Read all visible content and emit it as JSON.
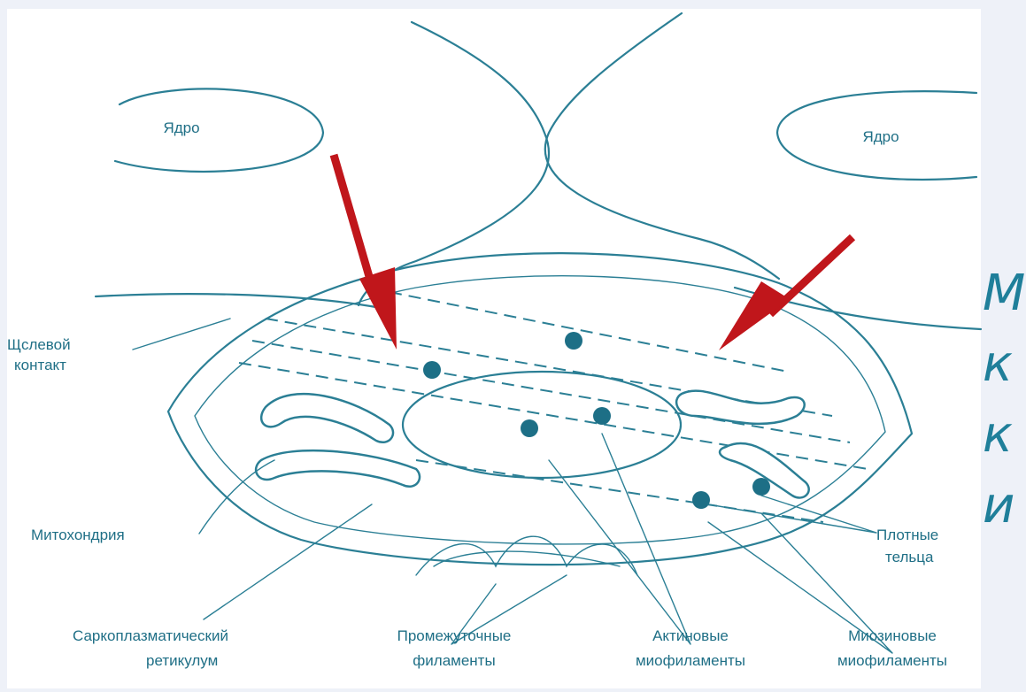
{
  "labels": {
    "nucleus_left": "Ядро",
    "nucleus_right": "Ядро",
    "gap_junction": [
      "Щслевой",
      "контакт"
    ],
    "mitochondria": "Митохондрия",
    "sarcoplasmic_reticulum": [
      "Саркоплазматический",
      "ретикулум"
    ],
    "intermediate_filaments": [
      "Промежуточные",
      "филаменты"
    ],
    "actin_myofilaments": [
      "Актиновые",
      "миофиламенты"
    ],
    "myosin_myofilaments": [
      "Миозиновые",
      "миофиламенты"
    ],
    "dense_bodies": [
      "Плотные",
      "тельца"
    ]
  },
  "side_text": [
    "М",
    "к",
    "к",
    "и"
  ],
  "colors": {
    "line": "#2b7f95",
    "label": "#1f6f86",
    "arrow": "#c0161b",
    "side_text": "#1f7f9a",
    "background": "#eef1f8"
  }
}
